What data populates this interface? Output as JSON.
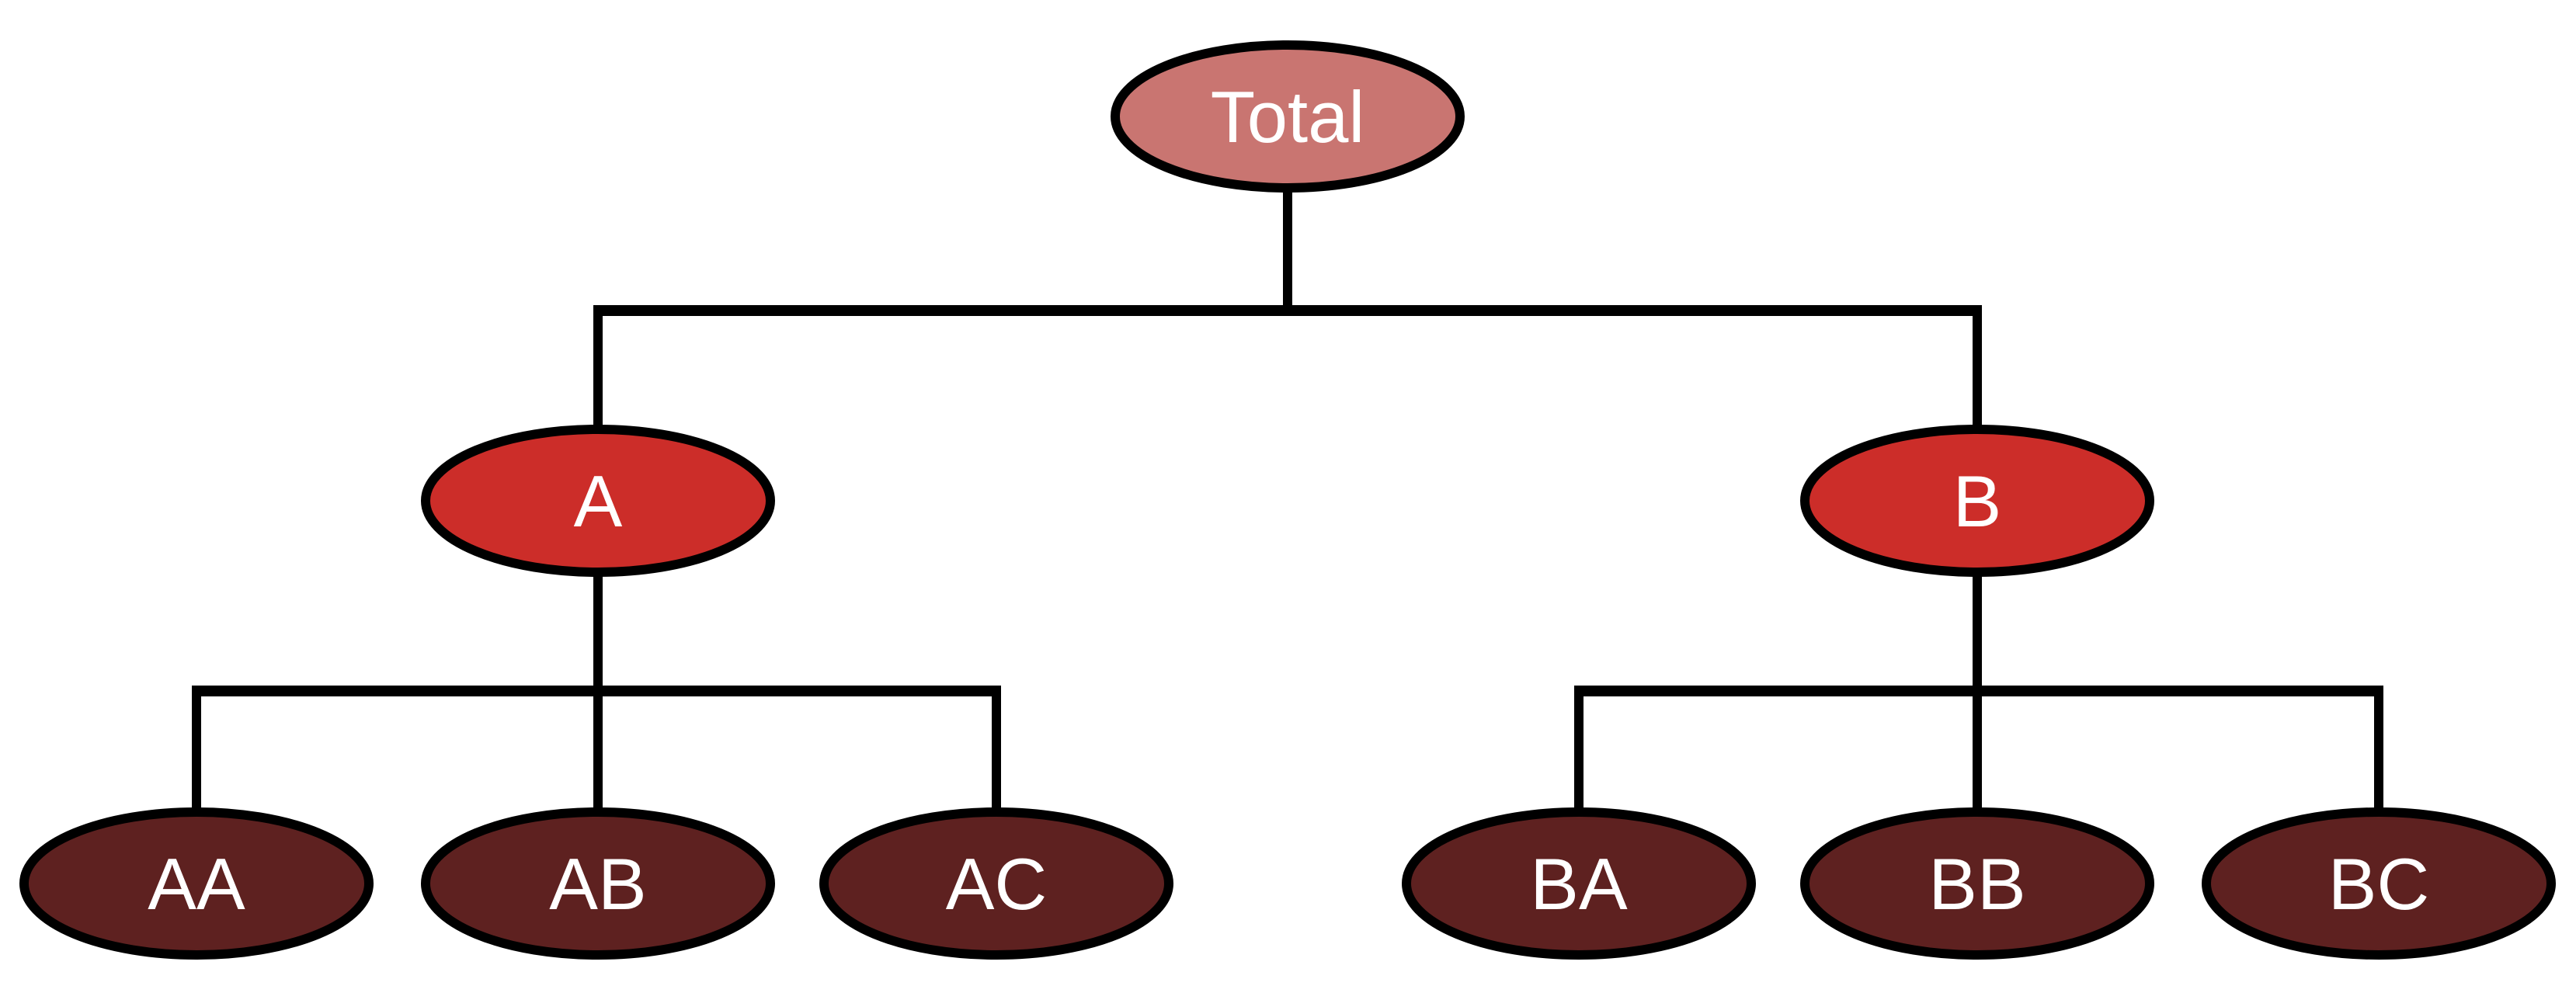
{
  "diagram": {
    "kind": "hierarchical-tree",
    "levels": 3,
    "background": "#ffffff"
  },
  "colors": {
    "background": "#ffffff",
    "outline": "#000000",
    "connector": "#000000",
    "text": "#ffffff",
    "level1_fill": "#c97571",
    "level2_fill": "#cc2d29",
    "level3_fill": "#5e2120"
  },
  "nodes": {
    "total": {
      "label": "Total",
      "fill": "#c97571"
    },
    "a": {
      "label": "A",
      "fill": "#cc2d29"
    },
    "b": {
      "label": "B",
      "fill": "#cc2d29"
    },
    "aa": {
      "label": "AA",
      "fill": "#5e2120"
    },
    "ab": {
      "label": "AB",
      "fill": "#5e2120"
    },
    "ac": {
      "label": "AC",
      "fill": "#5e2120"
    },
    "ba": {
      "label": "BA",
      "fill": "#5e2120"
    },
    "bb": {
      "label": "BB",
      "fill": "#5e2120"
    },
    "bc": {
      "label": "BC",
      "fill": "#5e2120"
    }
  },
  "hierarchy": {
    "root": "Total",
    "children_of_total": [
      "A",
      "B"
    ],
    "children_of_a": [
      "AA",
      "AB",
      "AC"
    ],
    "children_of_b": [
      "BA",
      "BB",
      "BC"
    ]
  }
}
